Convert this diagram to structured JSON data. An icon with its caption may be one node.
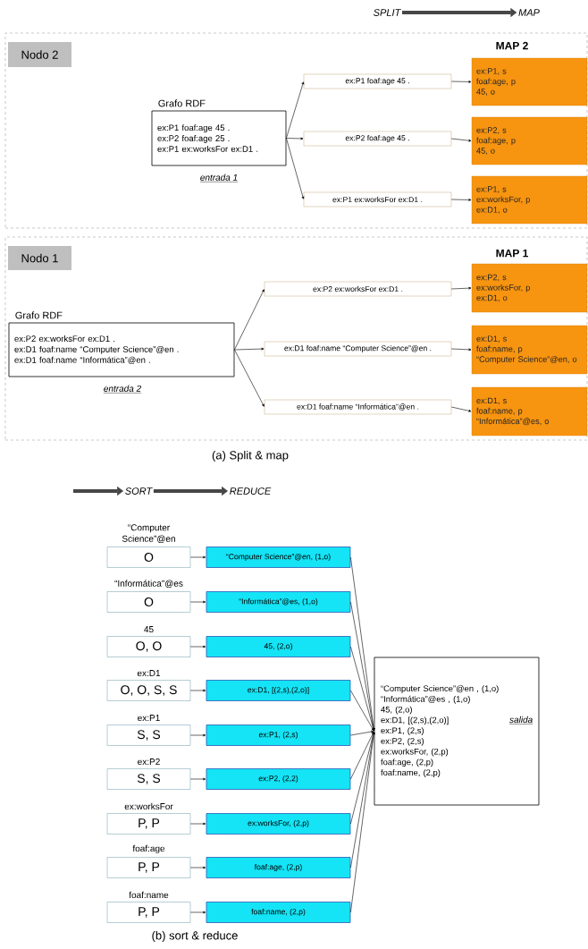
{
  "diagram": {
    "nodes": [
      {
        "text": [
          "SPLIT"
        ]
      },
      {
        "text": [
          "MAP"
        ]
      },
      {
        "text": [],
        "shape": "box"
      },
      {
        "text": [
          "Nodo 2"
        ],
        "in": 2
      },
      {
        "text": [
          "Grafo RDF",
          "ex:P1 foaf:age 45 .",
          "ex:P2 foaf:age 25 .",
          "ex:P1 ex:worksFor ex:D1 ."
        ],
        "beside": [
          "entrada 1"
        ],
        "in": 2
      },
      {
        "text": [
          "ex:P1 foaf:age 45 ."
        ],
        "in": 2
      },
      {
        "text": [
          "ex:P2 foaf:age 45 ."
        ],
        "in": 2
      },
      {
        "text": [
          "ex:P1 ex:worksFor ex:D1 ."
        ],
        "in": 2
      },
      {
        "text": [
          "ex:P1, s",
          "foaf:age, p",
          "45, o"
        ],
        "in": 2
      },
      {
        "text": [
          "ex:P2, s",
          "foaf:age, p",
          "45, o"
        ],
        "in": 2
      },
      {
        "text": [
          "ex:P1, s",
          "ex:worksFor, p",
          "ex:D1, o"
        ],
        "in": 2
      },
      {
        "text": [],
        "shape": "box"
      },
      {
        "text": [
          "Nodo 1"
        ],
        "in": 11
      },
      {
        "text": [
          "Grafo RDF",
          "ex:P2 ex:worksFor ex:D1 .",
          "ex:D1 foaf:name “Computer Science”@en .",
          "ex:D1 foaf:name “Informática”@en ."
        ],
        "beside": [
          "entrada 2"
        ],
        "in": 11
      },
      {
        "text": [
          "ex:P2 ex:worksFor ex:D1 ."
        ],
        "in": 11
      },
      {
        "text": [
          "ex:D1 foaf:name “Computer Science”@en ."
        ],
        "in": 11
      },
      {
        "text": [
          "ex:D1 foaf:name “Informática”@en ."
        ],
        "in": 11
      },
      {
        "text": [
          "ex:P2, s",
          "ex:worksFor, p",
          "ex:D1, o"
        ],
        "in": 11
      },
      {
        "text": [
          "ex:D1, s",
          "foaf:name, p",
          "“Computer Science”@en, o"
        ],
        "in": 11
      },
      {
        "text": [
          "ex:D1, s",
          "foaf:name, p",
          "“Informática”@es, o"
        ],
        "in": 11
      },
      {
        "text": [
          "SORT"
        ]
      },
      {
        "text": [
          "REDUCE"
        ]
      },
      {
        "text": [
          "“Computer Science”@en",
          "O"
        ]
      },
      {
        "text": [
          "“Informática”@es",
          "O"
        ]
      },
      {
        "text": [
          "45",
          "O, O"
        ]
      },
      {
        "text": [
          "ex:D1",
          "O, O, S, S"
        ]
      },
      {
        "text": [
          "ex:P1",
          "S, S"
        ]
      },
      {
        "text": [
          "ex:P2",
          "S, S"
        ]
      },
      {
        "text": [
          "ex:worksFor",
          "P, P"
        ]
      },
      {
        "text": [
          "foaf:age",
          "P, P"
        ]
      },
      {
        "text": [
          "foaf:name",
          "P, P"
        ]
      },
      {
        "text": [
          "“Computer Science”@en, (1,o)"
        ]
      },
      {
        "text": [
          "“Informática”@es, (1,o)"
        ]
      },
      {
        "text": [
          "45, (2,o)"
        ]
      },
      {
        "text": [
          "ex:D1, [(2,s),(2,o)]"
        ]
      },
      {
        "text": [
          "ex:P1, (2,s)"
        ]
      },
      {
        "text": [
          "ex:P2, (2,2)"
        ]
      },
      {
        "text": [
          "ex:worksFor, (2,p)"
        ]
      },
      {
        "text": [
          "foaf:age, (2,p)"
        ]
      },
      {
        "text": [
          "foaf:name, (2,p)"
        ]
      },
      {
        "text": [
          "“Computer Science”@en , (1,o)",
          "“Informática”@es , (1,o)",
          "45, (2,o)",
          "ex:D1, [(2,s),(2,o)]",
          "ex:P1, (2,s)",
          "ex:P2, (2,s)",
          "ex:worksFor, (2,p)",
          "foaf:age, (2,p)",
          "foaf:name, (2,p)",
          "salida"
        ]
      }
    ],
    "edges": [
      {
        "from": 0,
        "to": 1,
        "arrow": "to",
        "style": "thick"
      },
      {
        "from": 4,
        "to": 5,
        "arrow": "to"
      },
      {
        "from": 4,
        "to": 6,
        "arrow": "to"
      },
      {
        "from": 4,
        "to": 7,
        "arrow": "to"
      },
      {
        "from": 5,
        "to": 8,
        "arrow": "to"
      },
      {
        "from": 6,
        "to": 9,
        "arrow": "to"
      },
      {
        "from": 7,
        "to": 10,
        "arrow": "to"
      },
      {
        "from": 13,
        "to": 14,
        "arrow": "to"
      },
      {
        "from": 13,
        "to": 15,
        "arrow": "to"
      },
      {
        "from": 13,
        "to": 16,
        "arrow": "to"
      },
      {
        "from": 14,
        "to": 17,
        "arrow": "to"
      },
      {
        "from": 15,
        "to": 18,
        "arrow": "to"
      },
      {
        "from": 16,
        "to": 19,
        "arrow": "to"
      },
      {
        "from": null,
        "to": 20,
        "arrow": "to",
        "style": "thick"
      },
      {
        "from": 20,
        "to": 21,
        "arrow": "to",
        "style": "thick"
      },
      {
        "from": 22,
        "to": 31,
        "arrow": "to"
      },
      {
        "from": 23,
        "to": 32,
        "arrow": "to"
      },
      {
        "from": 24,
        "to": 33,
        "arrow": "to"
      },
      {
        "from": 25,
        "to": 34,
        "arrow": "to"
      },
      {
        "from": 26,
        "to": 35,
        "arrow": "to"
      },
      {
        "from": 27,
        "to": 36,
        "arrow": "to"
      },
      {
        "from": 28,
        "to": 37,
        "arrow": "to"
      },
      {
        "from": 29,
        "to": 38,
        "arrow": "to"
      },
      {
        "from": 30,
        "to": 39,
        "arrow": "to"
      },
      {
        "from": 31,
        "to": 40,
        "arrow": "to"
      },
      {
        "from": 32,
        "to": 40,
        "arrow": "to"
      },
      {
        "from": 33,
        "to": 40,
        "arrow": "to"
      },
      {
        "from": 34,
        "to": 40,
        "arrow": "to"
      },
      {
        "from": 35,
        "to": 40,
        "arrow": "to"
      },
      {
        "from": 36,
        "to": 40,
        "arrow": "to"
      },
      {
        "from": 37,
        "to": 40,
        "arrow": "to"
      },
      {
        "from": 38,
        "to": 40,
        "arrow": "to"
      },
      {
        "from": 39,
        "to": 40,
        "arrow": "to"
      }
    ],
    "labels": [
      "MAP 2",
      "MAP 1",
      "(a) Split & map",
      "(b) sort & reduce"
    ]
  }
}
